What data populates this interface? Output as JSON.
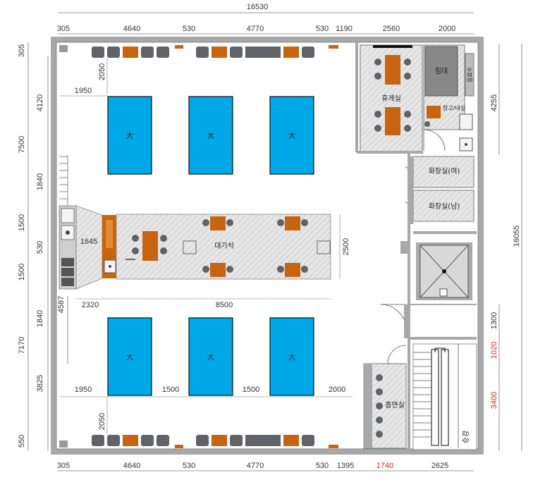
{
  "colors": {
    "wall": "#a8a8a8",
    "hatch": "#d9d9d9",
    "table": "#00a8e8",
    "wood": "#c8640f",
    "chair": "#5f6368",
    "dim_line": "#777777",
    "red": "#e0201a"
  },
  "dims": {
    "top_total": "16530",
    "top": [
      "305",
      "4640",
      "530",
      "4770",
      "530",
      "1190",
      "2560",
      "2000"
    ],
    "bottom": [
      "305",
      "4640",
      "530",
      "4770",
      "530",
      "1395",
      "1740",
      "2625"
    ],
    "left_outer": [
      "305",
      "7500",
      "1500",
      "1500",
      "7170",
      "550"
    ],
    "left_inner": [
      "4120",
      "1840",
      "530",
      "1840",
      "3825"
    ],
    "right_total": "16055",
    "right_top": "4255",
    "right_bottom": [
      "1300",
      "1020",
      "3400"
    ],
    "interior": {
      "d2050a": "2050",
      "d1950a": "1950",
      "d1645": "1645",
      "d2320": "2320",
      "d8500": "8500",
      "d4587": "4587",
      "d2500": "2500",
      "d1950b": "1950",
      "d1500a": "1500",
      "d1500b": "1500",
      "d2000": "2000",
      "d2050b": "2050"
    }
  },
  "tables": {
    "label": "大",
    "count_top": 3,
    "count_bottom": 3
  },
  "rooms": {
    "lounge": "휴게실",
    "bed": "침대",
    "storage": "창고/내실",
    "water": "음료수",
    "restroom_f": "화장실(여)",
    "restroom_m": "화장실(남)",
    "waiting": "대기석",
    "smoking": "흡연실",
    "stairs_label": "승강"
  }
}
